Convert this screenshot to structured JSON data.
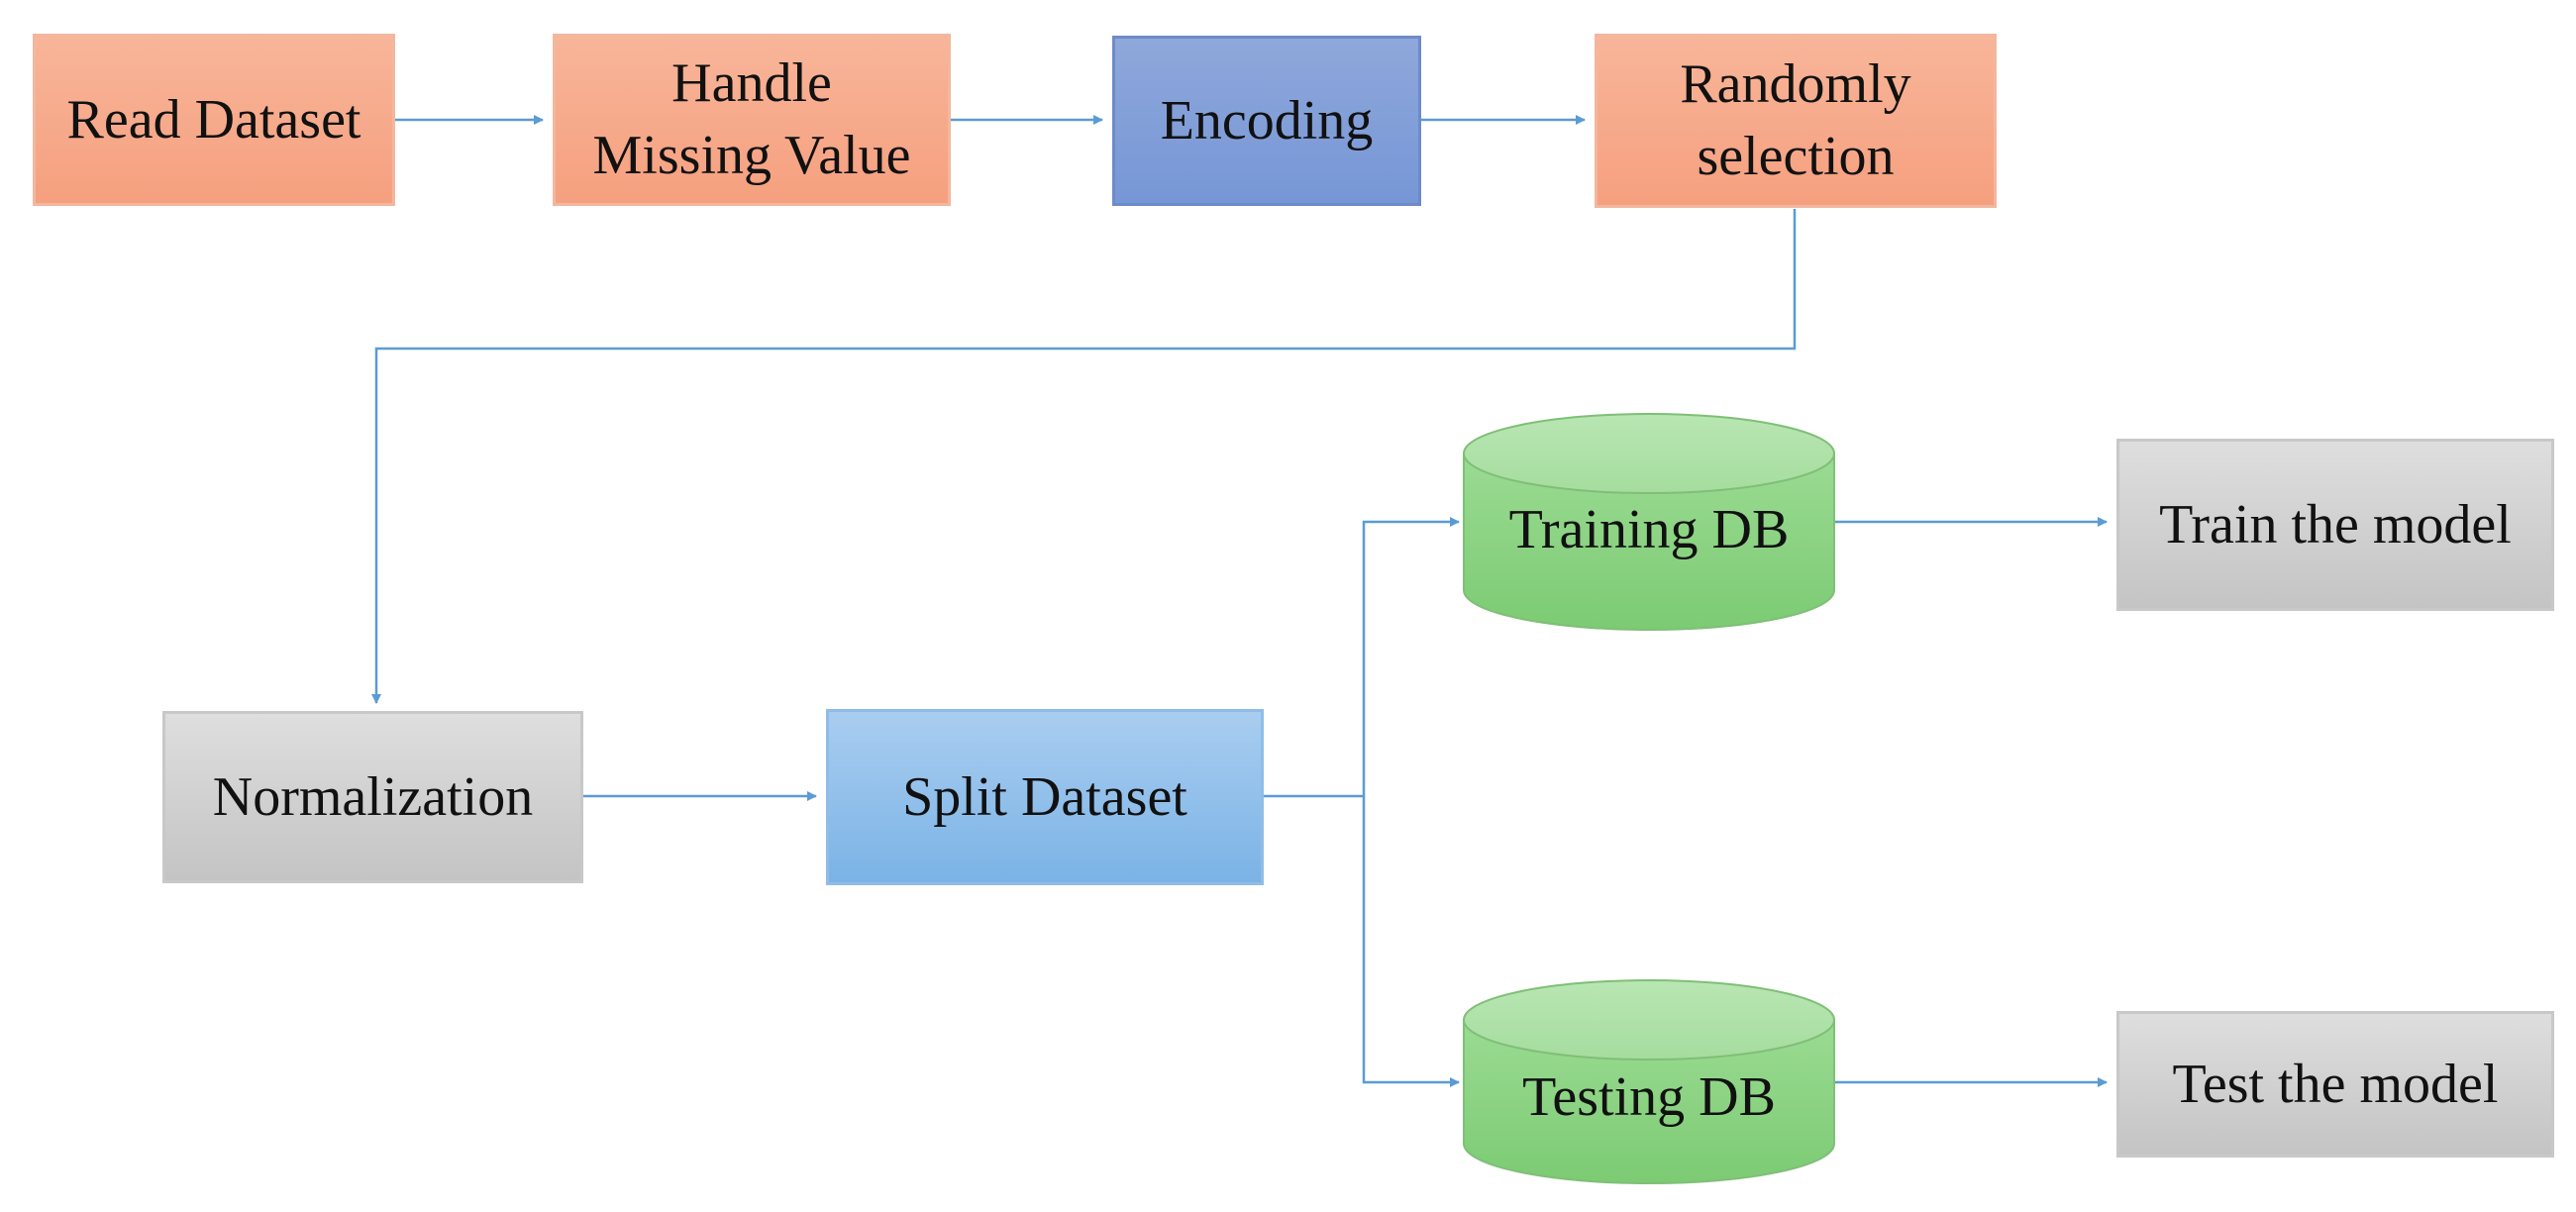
{
  "nodes": {
    "read_dataset": "Read Dataset",
    "handle_missing": "Handle\nMissing Value",
    "encoding": "Encoding",
    "random_selection": "Randomly\nselection",
    "normalization": "Normalization",
    "split_dataset": "Split Dataset",
    "training_db": "Training  DB",
    "testing_db": "Testing  DB",
    "train_model": "Train  the model",
    "test_model": "Test the model"
  },
  "colors": {
    "process_orange": "#f5a688",
    "encoding_blue": "#7f9dd8",
    "split_blue": "#8dbfea",
    "gray": "#cfcfcf",
    "database_green": "#8fd48a",
    "arrow": "#5b9bd5"
  },
  "icons": {
    "database": "cylinder-shape",
    "connector": "arrow-right"
  }
}
